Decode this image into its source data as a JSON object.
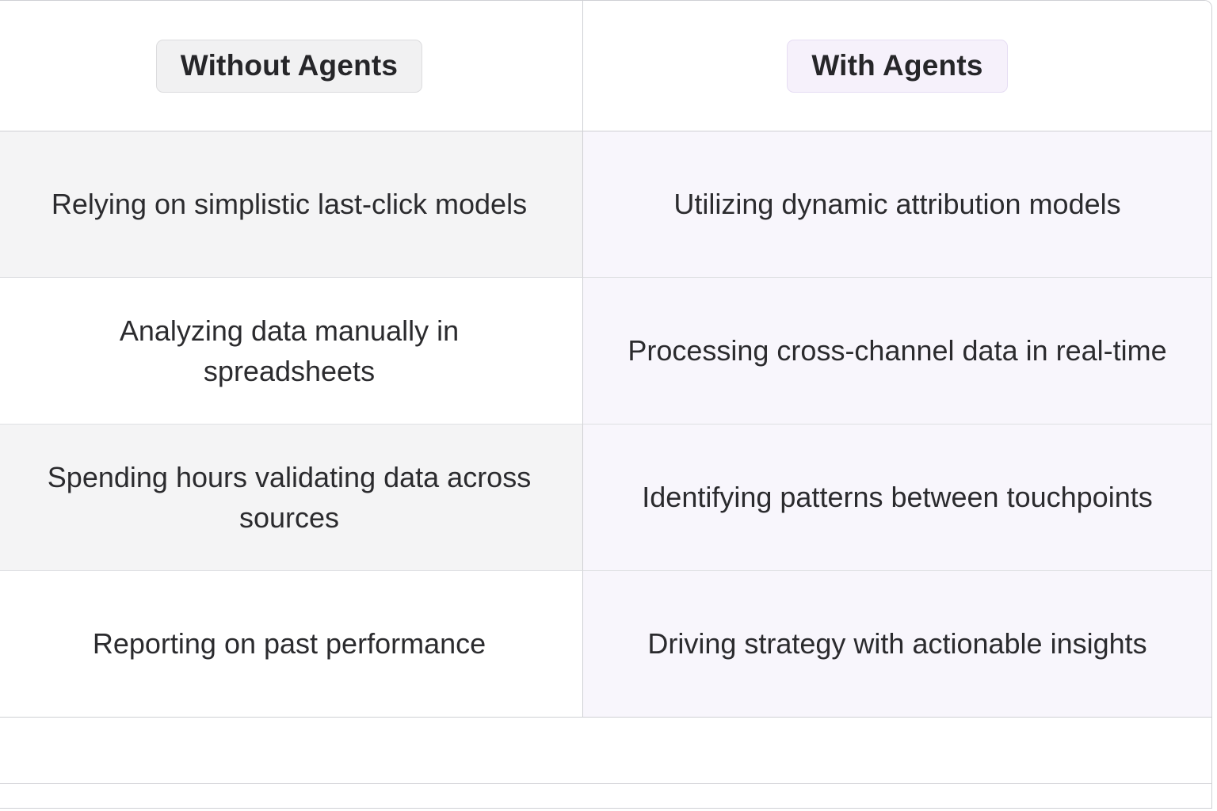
{
  "table": {
    "columns": [
      {
        "id": "without-agents",
        "label": "Without Agents",
        "badge_style": "neutral",
        "badge_bg": "#f1f1f2",
        "badge_border": "#dcdcde"
      },
      {
        "id": "with-agents",
        "label": "With Agents",
        "badge_style": "accent",
        "badge_bg": "#f6f1fb",
        "badge_border": "#e6ddf3"
      }
    ],
    "rows": [
      {
        "without": "Relying on simplistic last-click models",
        "with": "Utilizing dynamic attribution models"
      },
      {
        "without": "Analyzing data manually in spreadsheets",
        "with": "Processing cross-channel data in real-time"
      },
      {
        "without": "Spending hours validating data across sources",
        "with": "Identifying patterns between touchpoints"
      },
      {
        "without": "Reporting on past performance",
        "with": "Driving strategy with actionable insights"
      }
    ],
    "colors": {
      "border": "#cfd0d4",
      "row_divider": "#dfe0e3",
      "left_stripe": "#f4f4f5",
      "left_plain": "#ffffff",
      "right_column": "#f8f6fc",
      "text": "#2b2b2e"
    }
  }
}
